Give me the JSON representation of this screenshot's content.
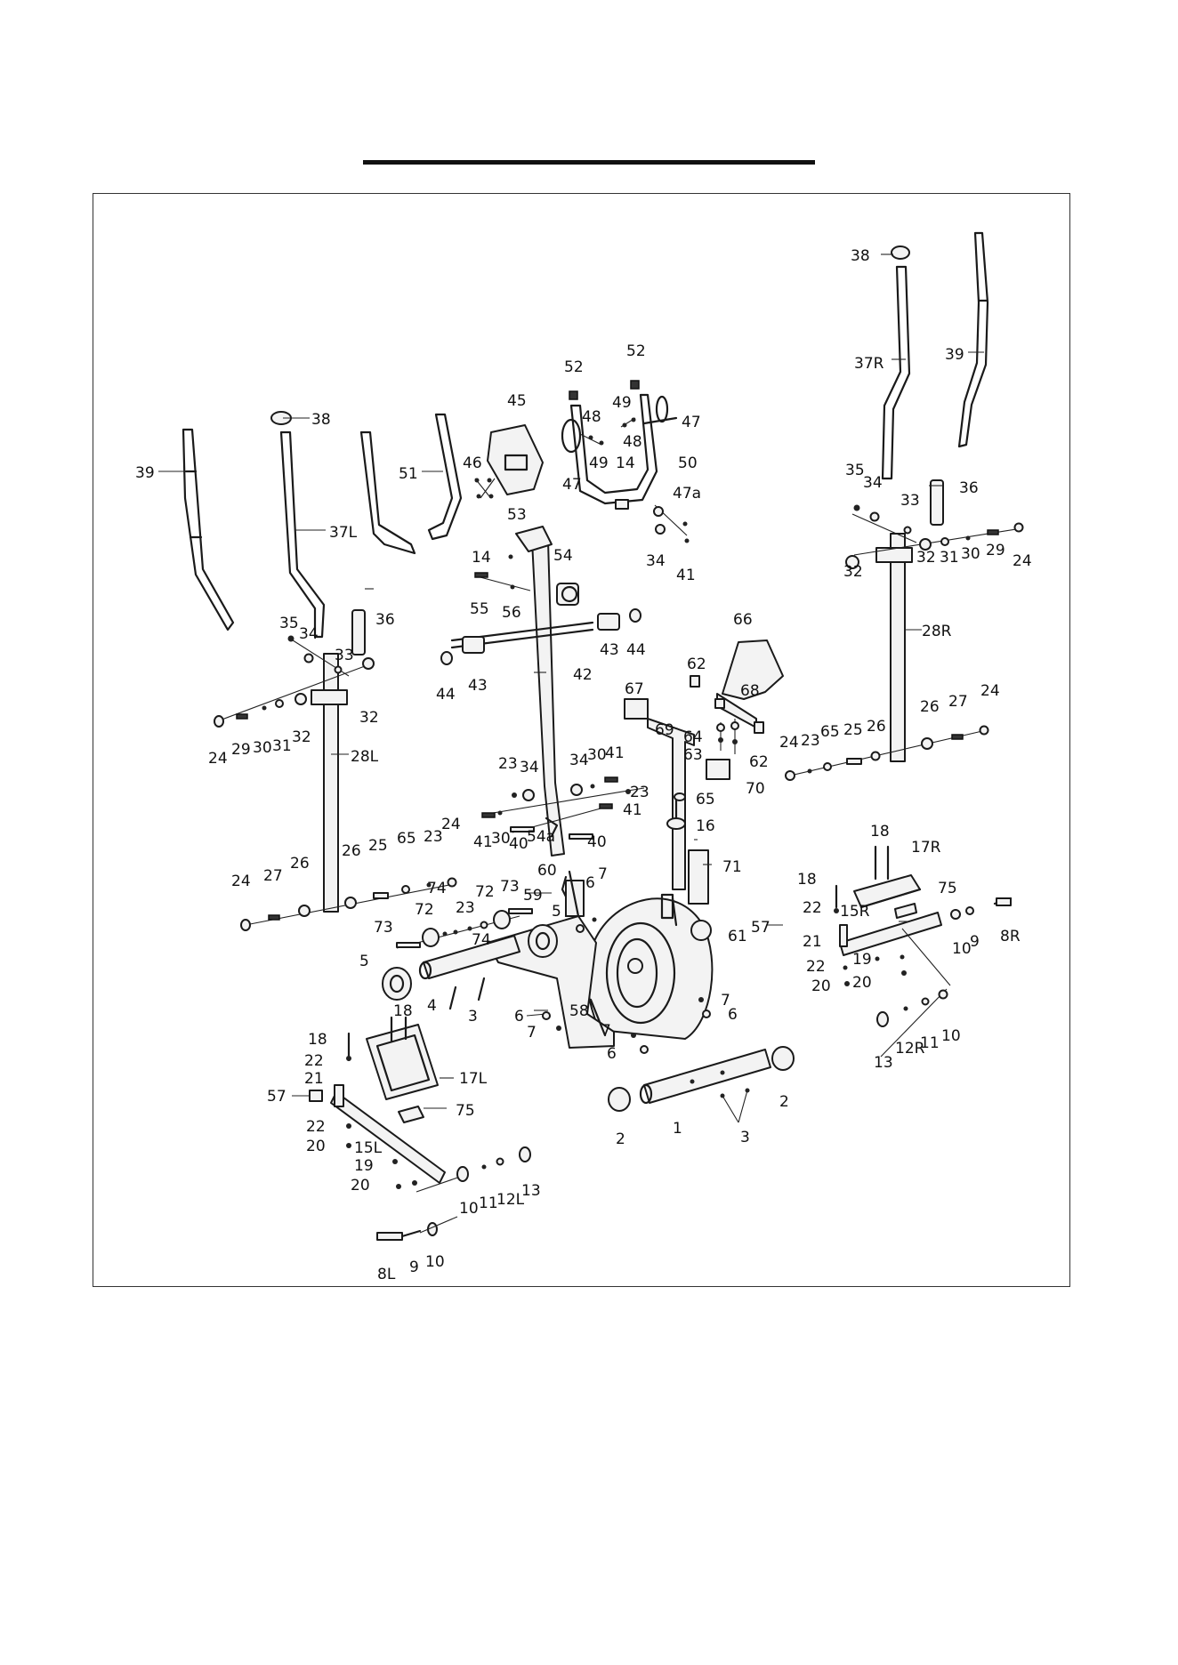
{
  "callouts": [
    {
      "id": "c38r",
      "text": "38"
    },
    {
      "id": "c39r",
      "text": "39"
    },
    {
      "id": "c37r",
      "text": "37R"
    },
    {
      "id": "c35r",
      "text": "35"
    },
    {
      "id": "c34r",
      "text": "34"
    },
    {
      "id": "c33r",
      "text": "33"
    },
    {
      "id": "c36r",
      "text": "36"
    },
    {
      "id": "c32r1",
      "text": "32"
    },
    {
      "id": "c32r2",
      "text": "32"
    },
    {
      "id": "c31r",
      "text": "31"
    },
    {
      "id": "c30r",
      "text": "30"
    },
    {
      "id": "c29r",
      "text": "29"
    },
    {
      "id": "c24r1",
      "text": "24"
    },
    {
      "id": "c28r",
      "text": "28R"
    },
    {
      "id": "c24r2",
      "text": "24"
    },
    {
      "id": "c23r",
      "text": "23"
    },
    {
      "id": "c65r",
      "text": "65"
    },
    {
      "id": "c25r",
      "text": "25"
    },
    {
      "id": "c26r1",
      "text": "26"
    },
    {
      "id": "c26r2",
      "text": "26"
    },
    {
      "id": "c27r",
      "text": "27"
    },
    {
      "id": "c24r3",
      "text": "24"
    },
    {
      "id": "c52a",
      "text": "52"
    },
    {
      "id": "c52b",
      "text": "52"
    },
    {
      "id": "c48a",
      "text": "48"
    },
    {
      "id": "c49a",
      "text": "49"
    },
    {
      "id": "c49b",
      "text": "49"
    },
    {
      "id": "c48b",
      "text": "48"
    },
    {
      "id": "c47a",
      "text": "47"
    },
    {
      "id": "c47b",
      "text": "47"
    },
    {
      "id": "c14a",
      "text": "14"
    },
    {
      "id": "c50",
      "text": "50"
    },
    {
      "id": "c47ax",
      "text": "47a"
    },
    {
      "id": "c34a",
      "text": "34"
    },
    {
      "id": "c41a",
      "text": "41"
    },
    {
      "id": "c45",
      "text": "45"
    },
    {
      "id": "c46",
      "text": "46"
    },
    {
      "id": "c51",
      "text": "51"
    },
    {
      "id": "c38l",
      "text": "38"
    },
    {
      "id": "c39l",
      "text": "39"
    },
    {
      "id": "c37l",
      "text": "37L"
    },
    {
      "id": "c53",
      "text": "53"
    },
    {
      "id": "c14b",
      "text": "14"
    },
    {
      "id": "c54",
      "text": "54"
    },
    {
      "id": "c55",
      "text": "55"
    },
    {
      "id": "c56",
      "text": "56"
    },
    {
      "id": "c43a",
      "text": "43"
    },
    {
      "id": "c44a",
      "text": "44"
    },
    {
      "id": "c43b",
      "text": "43"
    },
    {
      "id": "c44b",
      "text": "44"
    },
    {
      "id": "c42",
      "text": "42"
    },
    {
      "id": "c35l",
      "text": "35"
    },
    {
      "id": "c34l",
      "text": "34"
    },
    {
      "id": "c33l",
      "text": "33"
    },
    {
      "id": "c36l",
      "text": "36"
    },
    {
      "id": "c24l1",
      "text": "24"
    },
    {
      "id": "c29l",
      "text": "29"
    },
    {
      "id": "c30l",
      "text": "30"
    },
    {
      "id": "c31l",
      "text": "31"
    },
    {
      "id": "c32l1",
      "text": "32"
    },
    {
      "id": "c32l2",
      "text": "32"
    },
    {
      "id": "c28l",
      "text": "28L"
    },
    {
      "id": "c66",
      "text": "66"
    },
    {
      "id": "c62a",
      "text": "62"
    },
    {
      "id": "c68",
      "text": "68"
    },
    {
      "id": "c64",
      "text": "64"
    },
    {
      "id": "c63",
      "text": "63"
    },
    {
      "id": "c62b",
      "text": "62"
    },
    {
      "id": "c67",
      "text": "67"
    },
    {
      "id": "c69",
      "text": "69"
    },
    {
      "id": "c70",
      "text": "70"
    },
    {
      "id": "c65a",
      "text": "65"
    },
    {
      "id": "c16",
      "text": "16"
    },
    {
      "id": "c71",
      "text": "71"
    },
    {
      "id": "c23a",
      "text": "23"
    },
    {
      "id": "c34b",
      "text": "34"
    },
    {
      "id": "c34c",
      "text": "34"
    },
    {
      "id": "c30a",
      "text": "30"
    },
    {
      "id": "c41b",
      "text": "41"
    },
    {
      "id": "c23b",
      "text": "23"
    },
    {
      "id": "c41c",
      "text": "41"
    },
    {
      "id": "c41d",
      "text": "41"
    },
    {
      "id": "c30b",
      "text": "30"
    },
    {
      "id": "c40a",
      "text": "40"
    },
    {
      "id": "c54a",
      "text": "54a"
    },
    {
      "id": "c40b",
      "text": "40"
    },
    {
      "id": "c24l2",
      "text": "24"
    },
    {
      "id": "c23l",
      "text": "23"
    },
    {
      "id": "c65l",
      "text": "65"
    },
    {
      "id": "c25l",
      "text": "25"
    },
    {
      "id": "c26l1",
      "text": "26"
    },
    {
      "id": "c26l2",
      "text": "26"
    },
    {
      "id": "c27l",
      "text": "27"
    },
    {
      "id": "c24l3",
      "text": "24"
    },
    {
      "id": "c60",
      "text": "60"
    },
    {
      "id": "c59",
      "text": "59"
    },
    {
      "id": "c6a",
      "text": "6"
    },
    {
      "id": "c7a",
      "text": "7"
    },
    {
      "id": "c74a",
      "text": "74"
    },
    {
      "id": "c72a",
      "text": "72"
    },
    {
      "id": "c73a",
      "text": "73"
    },
    {
      "id": "c72b",
      "text": "72"
    },
    {
      "id": "c73b",
      "text": "73"
    },
    {
      "id": "c23c",
      "text": "23"
    },
    {
      "id": "c74b",
      "text": "74"
    },
    {
      "id": "c5a",
      "text": "5"
    },
    {
      "id": "c5b",
      "text": "5"
    },
    {
      "id": "c4",
      "text": "4"
    },
    {
      "id": "c3a",
      "text": "3"
    },
    {
      "id": "c61",
      "text": "61"
    },
    {
      "id": "c57r",
      "text": "57"
    },
    {
      "id": "c58",
      "text": "58"
    },
    {
      "id": "c6b",
      "text": "6"
    },
    {
      "id": "c7b",
      "text": "7"
    },
    {
      "id": "c7c",
      "text": "7"
    },
    {
      "id": "c6c",
      "text": "6"
    },
    {
      "id": "c7d",
      "text": "7"
    },
    {
      "id": "c6d",
      "text": "6"
    },
    {
      "id": "c18r",
      "text": "18"
    },
    {
      "id": "c17r",
      "text": "17R"
    },
    {
      "id": "c18r2",
      "text": "18"
    },
    {
      "id": "c75r",
      "text": "75"
    },
    {
      "id": "c22r1",
      "text": "22"
    },
    {
      "id": "c15r",
      "text": "15R"
    },
    {
      "id": "c21r",
      "text": "21"
    },
    {
      "id": "c10r1",
      "text": "10"
    },
    {
      "id": "c9r",
      "text": "9"
    },
    {
      "id": "c8r",
      "text": "8R"
    },
    {
      "id": "c19r",
      "text": "19"
    },
    {
      "id": "c22r2",
      "text": "22"
    },
    {
      "id": "c20r1",
      "text": "20"
    },
    {
      "id": "c20r2",
      "text": "20"
    },
    {
      "id": "c13r",
      "text": "13"
    },
    {
      "id": "c12r",
      "text": "12R"
    },
    {
      "id": "c11r",
      "text": "11"
    },
    {
      "id": "c10r2",
      "text": "10"
    },
    {
      "id": "c2a",
      "text": "2"
    },
    {
      "id": "c2b",
      "text": "2"
    },
    {
      "id": "c1",
      "text": "1"
    },
    {
      "id": "c3b",
      "text": "3"
    },
    {
      "id": "c18l",
      "text": "18"
    },
    {
      "id": "c18l2",
      "text": "18"
    },
    {
      "id": "c22l1",
      "text": "22"
    },
    {
      "id": "c21l",
      "text": "21"
    },
    {
      "id": "c57l",
      "text": "57"
    },
    {
      "id": "c17l",
      "text": "17L"
    },
    {
      "id": "c75l",
      "text": "75"
    },
    {
      "id": "c22l2",
      "text": "22"
    },
    {
      "id": "c20l1",
      "text": "20"
    },
    {
      "id": "c15l",
      "text": "15L"
    },
    {
      "id": "c19l",
      "text": "19"
    },
    {
      "id": "c20l2",
      "text": "20"
    },
    {
      "id": "c10l1",
      "text": "10"
    },
    {
      "id": "c11l",
      "text": "11"
    },
    {
      "id": "c12l",
      "text": "12L"
    },
    {
      "id": "c13l",
      "text": "13"
    },
    {
      "id": "c8l",
      "text": "8L"
    },
    {
      "id": "c9l",
      "text": "9"
    },
    {
      "id": "c10l2",
      "text": "10"
    }
  ]
}
